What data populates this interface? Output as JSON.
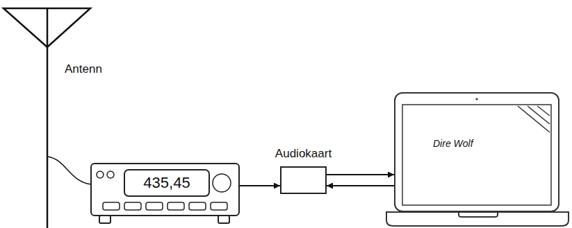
{
  "diagram": {
    "nodes": [
      {
        "text": [
          "435,45"
        ]
      },
      {
        "text": [
          "Audiokaart"
        ]
      },
      {
        "text": [
          "Dire Wolf"
        ]
      }
    ],
    "edges": [
      {
        "from": 0,
        "to": 1,
        "arrow": "to"
      },
      {
        "from": 1,
        "to": 2,
        "arrow": "to"
      },
      {
        "from": 2,
        "to": 1,
        "arrow": "to"
      }
    ],
    "labels": [
      "Antenn"
    ]
  }
}
